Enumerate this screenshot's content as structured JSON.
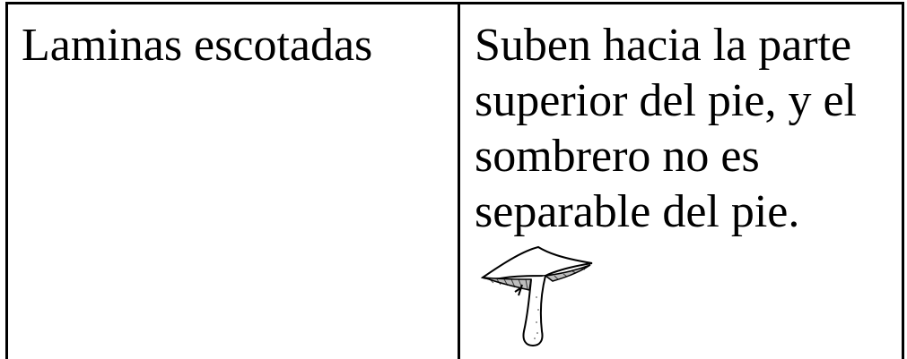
{
  "row": {
    "term": "Laminas escotadas",
    "description_lines": [
      "Suben hacia la parte",
      "superior del pie, y el",
      "sombrero no es",
      "separable del pie."
    ]
  },
  "illustration": {
    "icon": "mushroom-emarginate-gills-icon"
  }
}
